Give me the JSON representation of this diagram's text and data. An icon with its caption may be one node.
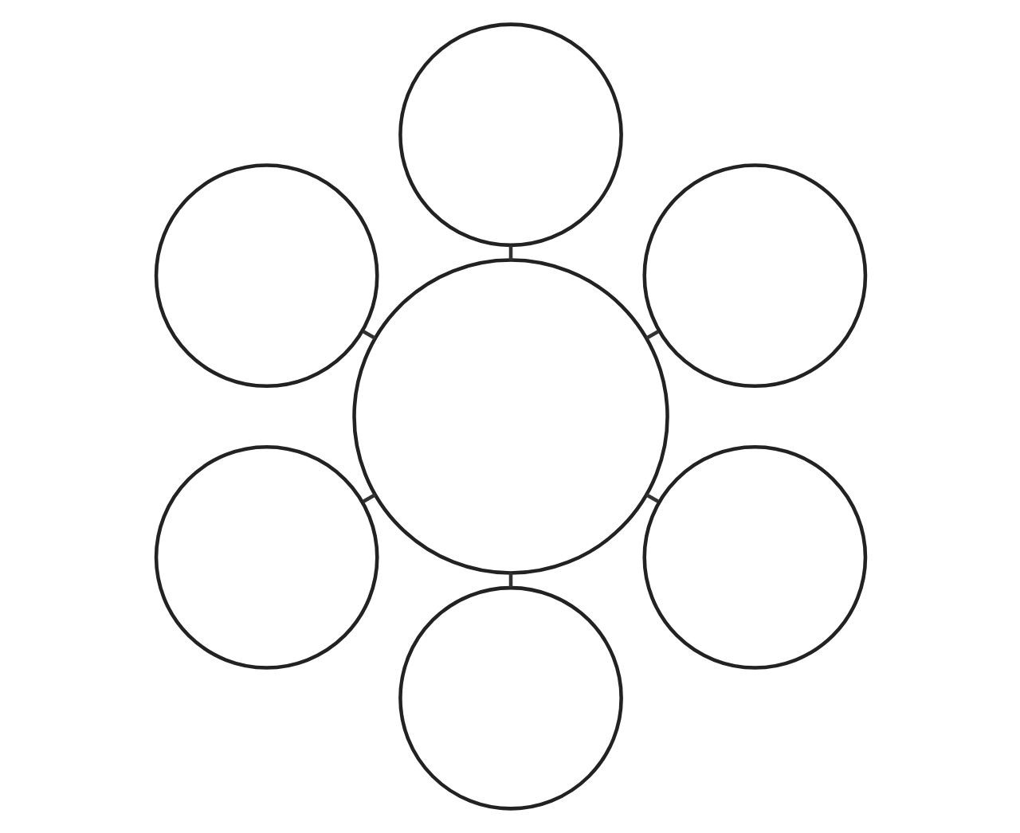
{
  "diagram": {
    "nodes": [
      {
        "text": [],
        "shape": "circle"
      },
      {
        "text": [],
        "shape": "circle"
      },
      {
        "text": [],
        "shape": "circle"
      },
      {
        "text": [],
        "shape": "circle"
      },
      {
        "text": [],
        "shape": "circle"
      },
      {
        "text": [],
        "shape": "circle"
      },
      {
        "text": [],
        "shape": "circle"
      }
    ],
    "edges": [
      {
        "from": 3,
        "to": 0,
        "arrow": "none"
      },
      {
        "from": 3,
        "to": 1,
        "arrow": "none"
      },
      {
        "from": 3,
        "to": 2,
        "arrow": "none"
      },
      {
        "from": 3,
        "to": 4,
        "arrow": "none"
      },
      {
        "from": 3,
        "to": 5,
        "arrow": "none"
      },
      {
        "from": 3,
        "to": 6,
        "arrow": "none"
      }
    ]
  }
}
